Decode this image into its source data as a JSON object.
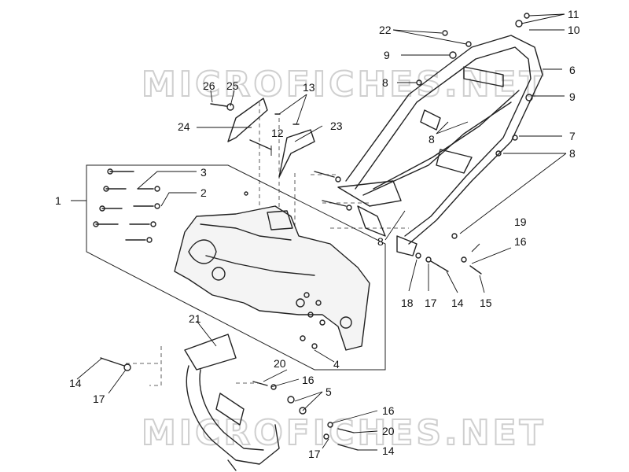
{
  "watermark": "MICROFICHES.NET",
  "callouts": {
    "c1": "1",
    "c2": "2",
    "c3": "3",
    "c4a": "4",
    "c5": "5",
    "c6": "6",
    "c7": "7",
    "c8a": "8",
    "c8b": "8",
    "c8c": "8",
    "c8d": "8",
    "c9a": "9",
    "c9b": "9",
    "c10": "10",
    "c11": "11",
    "c12": "12",
    "c13": "13",
    "c14a": "14",
    "c14b": "14",
    "c14c": "14",
    "c15": "15",
    "c16a": "16",
    "c16b": "16",
    "c16c": "16",
    "c17a": "17",
    "c17b": "17",
    "c17c": "17",
    "c18": "18",
    "c19": "19",
    "c20a": "20",
    "c20b": "20",
    "c21": "21",
    "c22": "22",
    "c23": "23",
    "c24": "24",
    "c25": "25",
    "c26": "26"
  }
}
